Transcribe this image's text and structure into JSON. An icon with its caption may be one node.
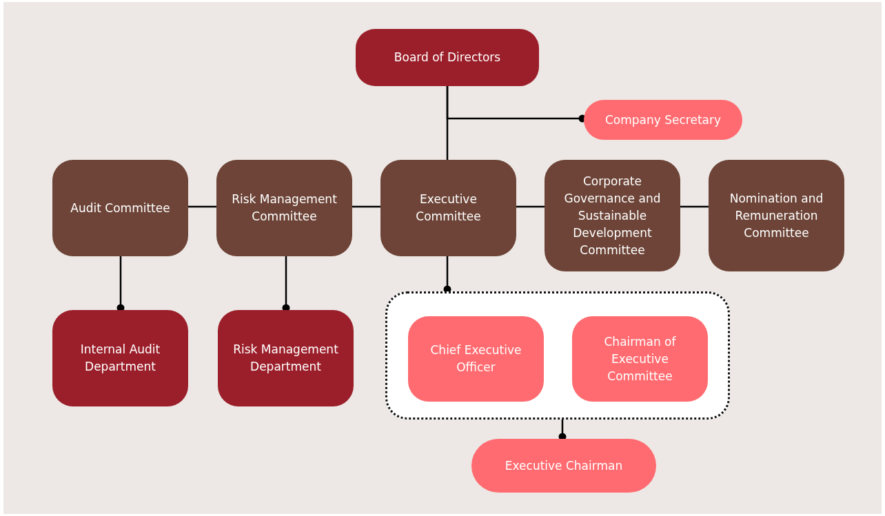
{
  "diagram": {
    "nodes": [
      {
        "text": [
          "Board of Directors"
        ]
      },
      {
        "text": [
          "Company Secretary"
        ]
      },
      {
        "text": [
          "Audit Committee"
        ]
      },
      {
        "text": [
          "Risk Management Committee"
        ]
      },
      {
        "text": [
          "Executive Committee"
        ]
      },
      {
        "text": [
          "Corporate Governance and Sustainable Development Committee"
        ]
      },
      {
        "text": [
          "Nomination and Remuneration Committee"
        ]
      },
      {
        "text": [
          "Internal Audit Department"
        ]
      },
      {
        "text": [
          "Risk Management Department"
        ]
      },
      {
        "text": [],
        "shape": "box"
      },
      {
        "text": [
          "Chief Executive Officer"
        ],
        "in": 9
      },
      {
        "text": [
          "Chairman of Executive Committee"
        ],
        "in": 9
      },
      {
        "text": [
          "Executive Chairman"
        ]
      }
    ],
    "edges": [
      {
        "from": 0,
        "to": 4,
        "arrow": "none"
      },
      {
        "from": 0,
        "to": 1,
        "arrow": "other"
      },
      {
        "from": 2,
        "to": 3,
        "arrow": "none"
      },
      {
        "from": 3,
        "to": 4,
        "arrow": "none"
      },
      {
        "from": 4,
        "to": 5,
        "arrow": "none"
      },
      {
        "from": 5,
        "to": 6,
        "arrow": "none"
      },
      {
        "from": 2,
        "to": 7,
        "arrow": "other"
      },
      {
        "from": 3,
        "to": 8,
        "arrow": "other"
      },
      {
        "from": 4,
        "to": 9,
        "arrow": "other"
      },
      {
        "from": 9,
        "to": 12,
        "arrow": "other"
      }
    ]
  }
}
